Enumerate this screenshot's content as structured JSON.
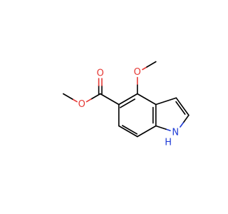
{
  "molecule": {
    "atoms": {
      "carbonyl_o": "O",
      "ester_o": "O",
      "methoxy_o": "O",
      "ring_n": "N",
      "ring_h": "H"
    },
    "colors": {
      "bond": "#000000",
      "oxygen": "#e53935",
      "nitrogen": "#1e3bd6"
    }
  }
}
